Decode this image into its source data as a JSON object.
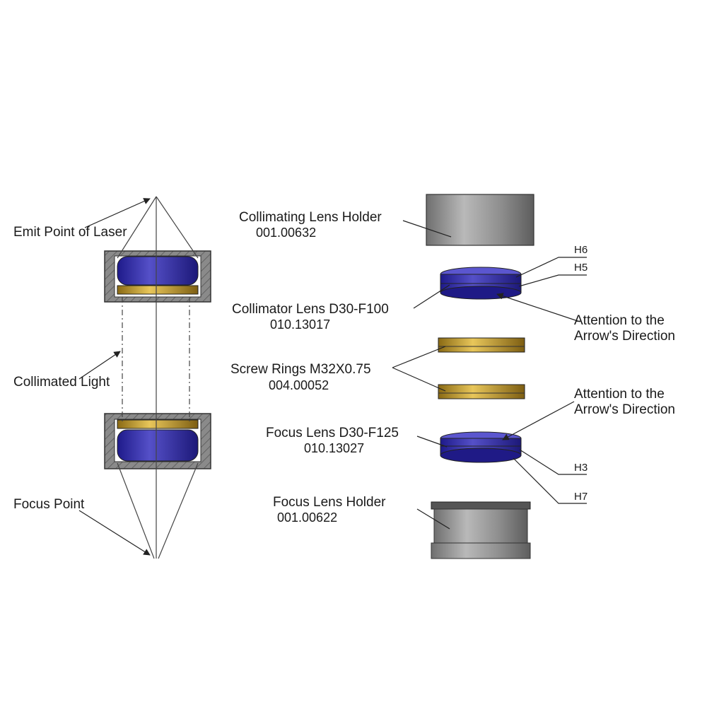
{
  "left_labels": {
    "emit_point": "Emit Point of Laser",
    "collimated_light": "Collimated Light",
    "focus_point": "Focus Point"
  },
  "parts": {
    "collimating_holder": {
      "name": "Collimating Lens Holder",
      "code": "001.00632"
    },
    "collimator_lens": {
      "name": "Collimator Lens D30-F100",
      "code": "010.13017"
    },
    "screw_rings": {
      "name": "Screw Rings M32X0.75",
      "code": "004.00052"
    },
    "focus_lens": {
      "name": "Focus Lens D30-F125",
      "code": "010.13027"
    },
    "focus_holder": {
      "name": "Focus Lens Holder",
      "code": "001.00622"
    }
  },
  "surface_tags": {
    "h6": "H6",
    "h5": "H5",
    "h3": "H3",
    "h7": "H7"
  },
  "attention_notes": {
    "upper": {
      "line1": "Attention to the",
      "line2": "Arrow's Direction"
    },
    "lower": {
      "line1": "Attention to the",
      "line2": "Arrow's Direction"
    }
  },
  "colors": {
    "lens_blue": "#3a35a8",
    "brass": "#c9a234",
    "holder_gray": "#7c7c7c",
    "line": "#333333"
  }
}
